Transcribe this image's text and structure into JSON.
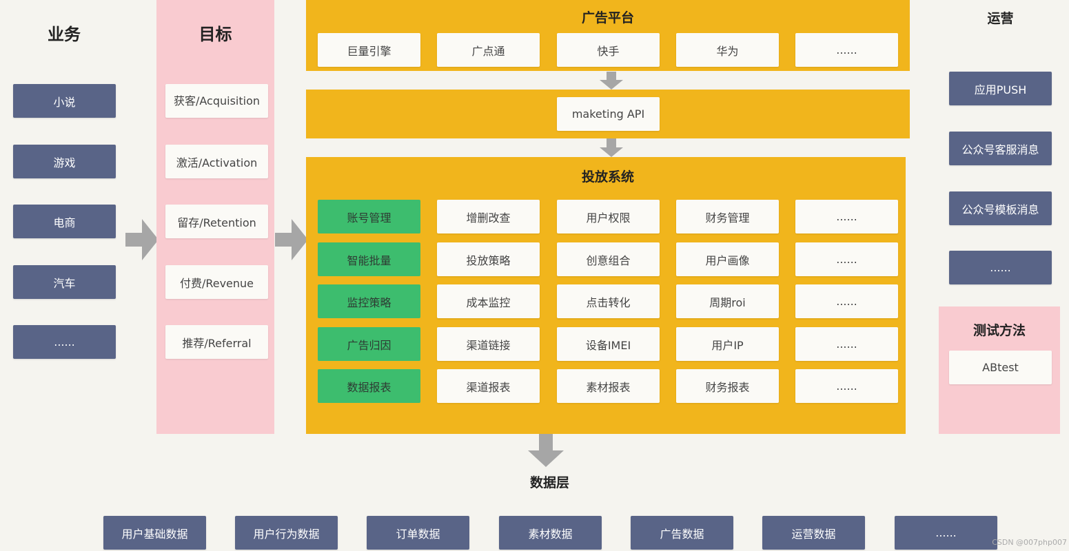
{
  "business": {
    "title": "业务",
    "items": [
      "小说",
      "游戏",
      "电商",
      "汽车",
      "......"
    ]
  },
  "goals": {
    "title": "目标",
    "items": [
      "获客/Acquisition",
      "激活/Activation",
      "留存/Retention",
      "付费/Revenue",
      "推荐/Referral"
    ]
  },
  "ad_platform": {
    "title": "广告平台",
    "items": [
      "巨量引擎",
      "广点通",
      "快手",
      "华为",
      "......"
    ]
  },
  "api": {
    "label": "maketing API"
  },
  "delivery_system": {
    "title": "投放系统",
    "rows": [
      [
        "账号管理",
        "增删改查",
        "用户权限",
        "财务管理",
        "......"
      ],
      [
        "智能批量",
        "投放策略",
        "创意组合",
        "用户画像",
        "......"
      ],
      [
        "监控策略",
        "成本监控",
        "点击转化",
        "周期roi",
        "......"
      ],
      [
        "广告归因",
        "渠道链接",
        "设备IMEI",
        "用户IP",
        "......"
      ],
      [
        "数据报表",
        "渠道报表",
        "素材报表",
        "财务报表",
        "......"
      ]
    ]
  },
  "operations": {
    "title": "运营",
    "items": [
      "应用PUSH",
      "公众号客服消息",
      "公众号模板消息",
      "......"
    ]
  },
  "testing": {
    "title": "测试方法",
    "item": "ABtest"
  },
  "data_layer": {
    "title": "数据层",
    "items": [
      "用户基础数据",
      "用户行为数据",
      "订单数据",
      "素材数据",
      "广告数据",
      "运营数据",
      "......"
    ]
  },
  "watermark": "CSDN @007php007",
  "colors": {
    "navy": "#596487",
    "yellow": "#f1b51c",
    "pink": "#f9cbd0",
    "green": "#3dbd6e",
    "arrow": "#a6a6a6"
  }
}
